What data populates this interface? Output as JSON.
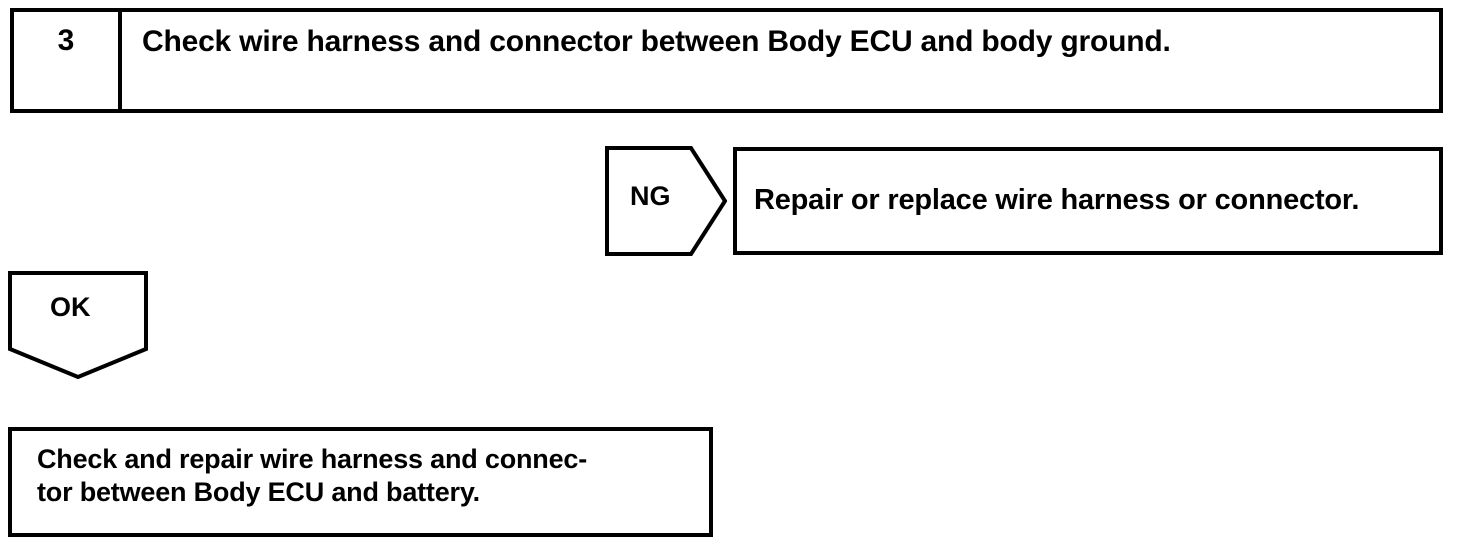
{
  "diagram": {
    "type": "troubleshooting-flowchart",
    "colors": {
      "background": "#ffffff",
      "stroke": "#000000",
      "text": "#000000"
    },
    "step": {
      "number": "3",
      "instruction": "Check wire harness and connector between Body ECU and body ground."
    },
    "branches": {
      "ng": {
        "label": "NG",
        "result": "Repair or replace wire harness or connector."
      },
      "ok": {
        "label": "OK",
        "result": "Check and repair wire harness and connec-\ntor between Body ECU and battery."
      }
    }
  }
}
